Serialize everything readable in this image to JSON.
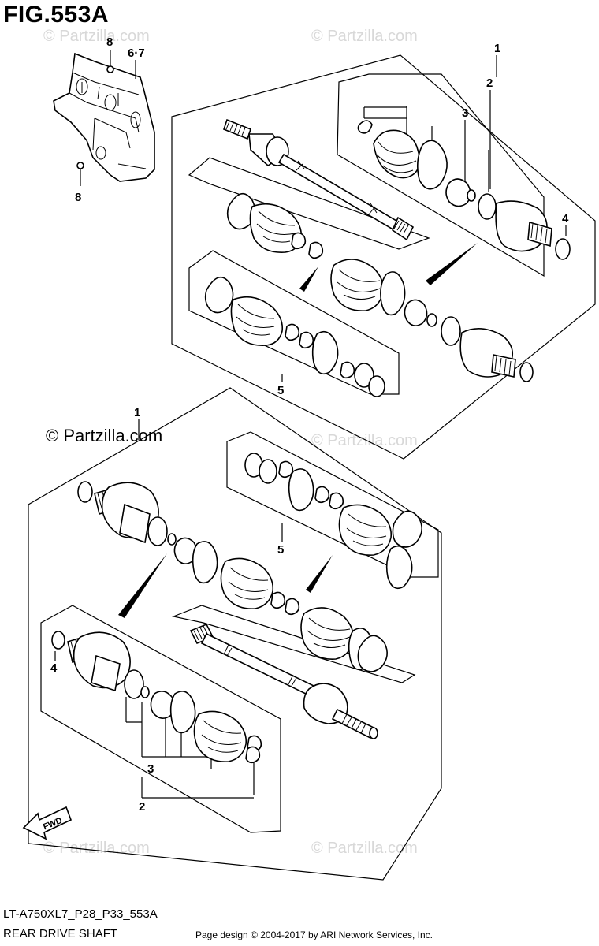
{
  "figure": {
    "title": "FIG.553A",
    "model_code": "LT-A750XL7_P28_P33_553A",
    "name": "REAR DRIVE SHAFT",
    "page_credit": "Page design © 2004-2017 by ARI Network Services, Inc.",
    "copyright_mark": "© Partzilla.com",
    "watermark": "© Partzilla.com",
    "direction_label": "FWD"
  },
  "callouts": {
    "c8_top": "8",
    "c67": "6·7",
    "c8_bottom": "8",
    "c1_upper": "1",
    "c2_upper": "2",
    "c3_upper": "3",
    "c4_upper": "4",
    "c5_upper": "5",
    "c1_lower": "1",
    "c5_lower": "5",
    "c4_lower": "4",
    "c3_lower": "3",
    "c2_lower": "2"
  },
  "colors": {
    "line": "#000000",
    "watermark": "#d8d8d8",
    "background": "#ffffff"
  }
}
